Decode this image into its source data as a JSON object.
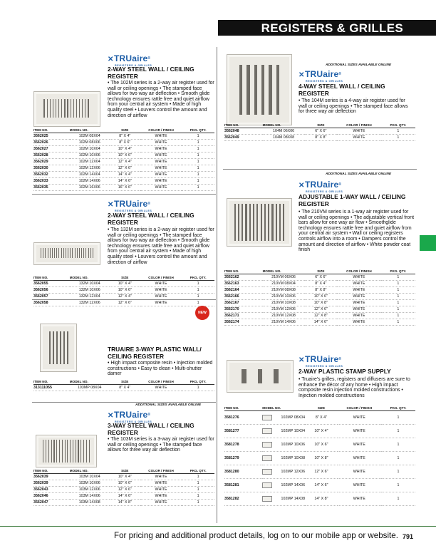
{
  "header": {
    "title": "REGISTERS & GRILLES"
  },
  "footer": {
    "text": "For pricing and additional product details, log on to our mobile app or website.",
    "page_number": "791"
  },
  "logo": {
    "brand": "TRUaire",
    "tagline": "REGISTERS & GRILLES"
  },
  "additional_sizes": "ADDITIONAL SIZES AVAILABLE ONLINE",
  "badge_new": "NEW",
  "columns_std": [
    "ITEM NO.",
    "MODEL NO.",
    "SIZE",
    "COLOR / FINISH",
    "PKG. QTY."
  ],
  "columns_stamp": [
    "ITEM NO.",
    "MODEL NO.",
    "SIZE",
    "COLOR / FINISH",
    "PKG. QTY."
  ],
  "p102": {
    "title": "2-WAY STEEL WALL / CEILING REGISTER",
    "desc": "• The 102M series is a 2-way air register used for wall or ceiling openings • The stamped face allows for two way air deflection • Smooth glide technology ensures rattle free and quiet airflow from your central air system • Made of high quality steel • Louvers control the amount and direction of airflow",
    "rows": [
      [
        "3562025",
        "102M 08X04",
        "8\" X 4\"",
        "WHITE",
        "1"
      ],
      [
        "3562026",
        "102M 08X06",
        "8\" X 6\"",
        "WHITE",
        "1"
      ],
      [
        "3562027",
        "102M 10X04",
        "10\" X 4\"",
        "WHITE",
        "1"
      ],
      [
        "3562028",
        "102M 10X06",
        "10\" X 6\"",
        "WHITE",
        "1"
      ],
      [
        "3562029",
        "102M 12X04",
        "12\" X 4\"",
        "WHITE",
        "1"
      ],
      [
        "3562030",
        "102M 12X06",
        "12\" X 6\"",
        "WHITE",
        "1"
      ],
      [
        "3562032",
        "102M 14X04",
        "14\" X 4\"",
        "WHITE",
        "1"
      ],
      [
        "3562033",
        "102M 14X06",
        "14\" X 6\"",
        "WHITE",
        "1"
      ],
      [
        "3562035",
        "102M 16X06",
        "16\" X 6\"",
        "WHITE",
        "1"
      ]
    ]
  },
  "p132": {
    "title": "2-WAY STEEL WALL / CEILING REGISTER",
    "desc": "• The 132M series is a 2-way air register used for wall or ceiling openings • The stamped face allows for two way air deflection • Smooth glide technology ensures rattle free and quiet airflow from your central air system • Made of high quality steel • Louvers control the amount and direction of airflow",
    "rows": [
      [
        "3562055",
        "132M 10X04",
        "10\" X 4\"",
        "WHITE",
        "1"
      ],
      [
        "3562056",
        "132M 10X06",
        "10\" X 6\"",
        "WHITE",
        "1"
      ],
      [
        "3562057",
        "132M 12X04",
        "12\" X 4\"",
        "WHITE",
        "1"
      ],
      [
        "3562058",
        "132M 12X06",
        "12\" X 6\"",
        "WHITE",
        "1"
      ]
    ]
  },
  "p103mp": {
    "title": "TRUAIRE 3-WAY PLASTIC WALL/ CEILING REGISTER",
    "desc": "• High impact composite resin • Injection molded constructions • Easy to clean • Multi-shutter damer",
    "rows": [
      [
        "313111055",
        "103MP 08X04",
        "8\" X 4\"",
        "WHITE",
        "1"
      ]
    ]
  },
  "p103m": {
    "title": "3-WAY STEEL WALL / CEILING REGISTER",
    "desc": "• The 103M series is a 3-way air register used for wall or ceiling openings • The stamped face allows for three way air deflection",
    "rows": [
      [
        "3562039",
        "103M 10X04",
        "10\" X 4\"",
        "WHITE",
        "1"
      ],
      [
        "3562039",
        "103M 10X06",
        "10\" X 6\"",
        "WHITE",
        "1"
      ],
      [
        "3562043",
        "103M 12X06",
        "12\" X 6\"",
        "WHITE",
        "1"
      ],
      [
        "3562046",
        "103M 14X06",
        "14\" X 6\"",
        "WHITE",
        "1"
      ],
      [
        "3562047",
        "103M 14X08",
        "14\" X 8\"",
        "WHITE",
        "1"
      ]
    ]
  },
  "p104m": {
    "title": "4-WAY STEEL WALL / CEILING REGISTER",
    "desc": "• The 104M series is a 4-way air register used for wall or ceiling openings • The stamped face allows for three way air deflection",
    "rows": [
      [
        "3562048",
        "104M 06X06",
        "6\" X 6\"",
        "WHITE",
        "1"
      ],
      [
        "3562049",
        "104M 08X08",
        "8\" X 8\"",
        "WHITE",
        "1"
      ]
    ]
  },
  "p210vm": {
    "title": "ADJUSTABLE 1-WAY WALL / CEILING REGISTER",
    "desc": "• The 210VM series is a 1-way air register used for wall or ceiling openings • The adjustable vertical front bars allow for one way air flow • Smoothglide technology ensures rattle free and quiet airflow from your central air system • Wall or ceiling registers controls airflow into a room • Dampers control the amount and direction of airflow • White powder coat finish",
    "rows": [
      [
        "3562162",
        "210VM 06X06",
        "6\" X 6\"",
        "WHITE",
        "1"
      ],
      [
        "3562163",
        "210VM 08X04",
        "8\" X 4\"",
        "WHITE",
        "1"
      ],
      [
        "3562164",
        "210VM 08X08",
        "8\" X 8\"",
        "WHITE",
        "1"
      ],
      [
        "3562166",
        "210VM 10X06",
        "10\" X 6\"",
        "WHITE",
        "1"
      ],
      [
        "3562167",
        "210VM 10X08",
        "10\" X 8\"",
        "WHITE",
        "1"
      ],
      [
        "3562170",
        "210VM 12X06",
        "12\" X 6\"",
        "WHITE",
        "1"
      ],
      [
        "3562171",
        "210VM 12X08",
        "12\" X 8\"",
        "WHITE",
        "1"
      ],
      [
        "3562174",
        "210VM 14X06",
        "14\" X 6\"",
        "WHITE",
        "1"
      ]
    ]
  },
  "p102mp": {
    "title": "2-WAY PLASTIC STAMP SUPPLY",
    "desc": "• Truaire's grilles, registers and diffusers are sure to enhance the décor of any home • High impact composite resin injection molded constructions • Injection molded constructions",
    "rows": [
      [
        "3581276",
        "102MP 08X04",
        "8\" X 4\"",
        "WHITE",
        "1"
      ],
      [
        "3581277",
        "102MP 10X04",
        "10\" X 4\"",
        "WHITE",
        "1"
      ],
      [
        "3581278",
        "102MP 10X06",
        "10\" X 6\"",
        "WHITE",
        "1"
      ],
      [
        "3581279",
        "102MP 10X08",
        "10\" X 8\"",
        "WHITE",
        "1"
      ],
      [
        "3581280",
        "102MP 12X06",
        "12\" X 6\"",
        "WHITE",
        "1"
      ],
      [
        "3581281",
        "102MP 14X06",
        "14\" X 6\"",
        "WHITE",
        "1"
      ],
      [
        "3581282",
        "102MP 14X08",
        "14\" X 8\"",
        "WHITE",
        "1"
      ]
    ]
  }
}
